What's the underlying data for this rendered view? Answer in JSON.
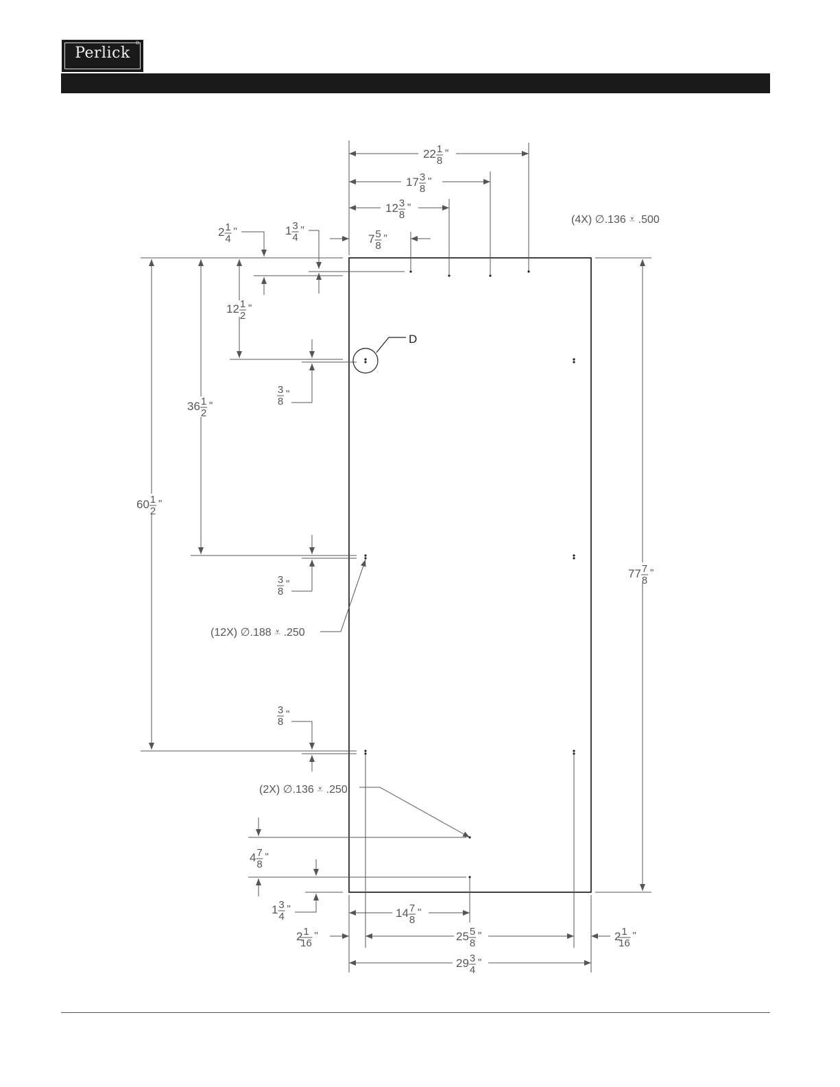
{
  "brand": {
    "logo_text": "Perlick",
    "registered_mark": "®"
  },
  "colors": {
    "header_bar": "#1a1a1a",
    "drawing_lines": "#555555",
    "panel_outline": "#111111"
  },
  "drawing": {
    "dimensions": {
      "top_22_1_8": {
        "whole": "22",
        "num": "1",
        "den": "8",
        "unit": "\""
      },
      "top_17_3_8": {
        "whole": "17",
        "num": "3",
        "den": "8",
        "unit": "\""
      },
      "top_12_3_8": {
        "whole": "12",
        "num": "3",
        "den": "8",
        "unit": "\""
      },
      "top_7_5_8": {
        "whole": "7",
        "num": "5",
        "den": "8",
        "unit": "\""
      },
      "left_2_1_4": {
        "whole": "2",
        "num": "1",
        "den": "4",
        "unit": "\""
      },
      "left_1_3_4_top": {
        "whole": "1",
        "num": "3",
        "den": "4",
        "unit": "\""
      },
      "left_12_1_2": {
        "whole": "12",
        "num": "1",
        "den": "2",
        "unit": "\""
      },
      "left_3_8_a": {
        "whole": "",
        "num": "3",
        "den": "8",
        "unit": "\""
      },
      "left_36_1_2": {
        "whole": "36",
        "num": "1",
        "den": "2",
        "unit": "\""
      },
      "left_60_1_2": {
        "whole": "60",
        "num": "1",
        "den": "2",
        "unit": "\""
      },
      "left_3_8_b": {
        "whole": "",
        "num": "3",
        "den": "8",
        "unit": "\""
      },
      "left_3_8_c": {
        "whole": "",
        "num": "3",
        "den": "8",
        "unit": "\""
      },
      "left_4_7_8": {
        "whole": "4",
        "num": "7",
        "den": "8",
        "unit": "\""
      },
      "left_1_3_4_bottom": {
        "whole": "1",
        "num": "3",
        "den": "4",
        "unit": "\""
      },
      "right_77_7_8": {
        "whole": "77",
        "num": "7",
        "den": "8",
        "unit": "\""
      },
      "bottom_14_7_8": {
        "whole": "14",
        "num": "7",
        "den": "8",
        "unit": "\""
      },
      "bottom_2_1_16_left": {
        "whole": "2",
        "num": "1",
        "den": "16",
        "unit": "\""
      },
      "bottom_25_5_8": {
        "whole": "25",
        "num": "5",
        "den": "8",
        "unit": "\""
      },
      "bottom_2_1_16_right": {
        "whole": "2",
        "num": "1",
        "den": "16",
        "unit": "\""
      },
      "bottom_29_3_4": {
        "whole": "29",
        "num": "3",
        "den": "4",
        "unit": "\""
      }
    },
    "callouts": {
      "holes_4x": "(4X)  ∅.136 ⩡ .500",
      "holes_12x": "(12X)  ∅.188 ⩡ .250",
      "holes_2x": "(2X)  ∅.136 ⩡ .250",
      "detail_label": "D"
    }
  }
}
